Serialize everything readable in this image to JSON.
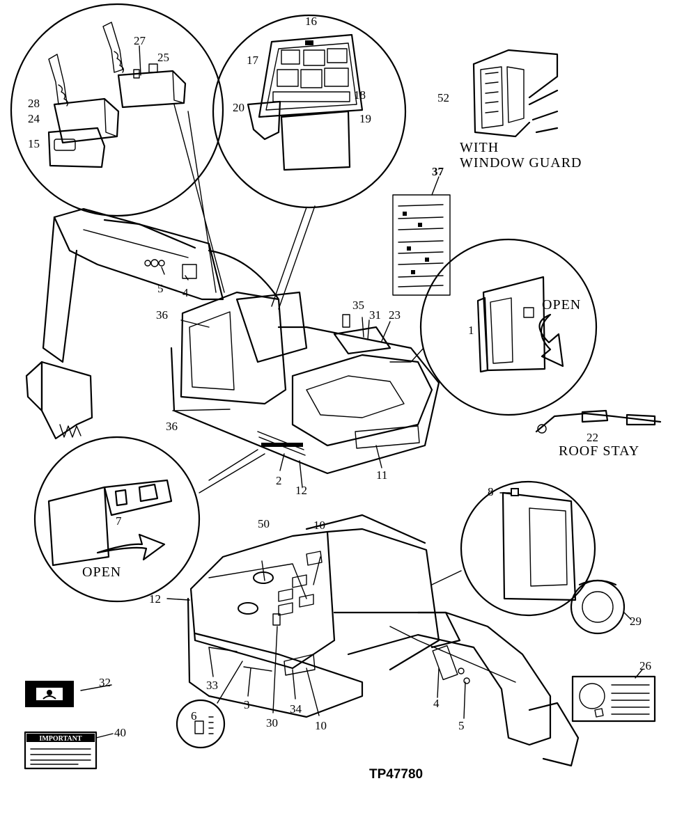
{
  "callouts": {
    "c1": "1",
    "c2": "2",
    "c3": "3",
    "c4a": "4",
    "c4b": "4",
    "c5a": "5",
    "c5b": "5",
    "c6": "6",
    "c7": "7",
    "c8": "8",
    "c10a": "10",
    "c10b": "10",
    "c11": "11",
    "c12a": "12",
    "c12b": "12",
    "c15": "15",
    "c16": "16",
    "c17": "17",
    "c18": "18",
    "c19": "19",
    "c20": "20",
    "c22": "22",
    "c23": "23",
    "c24": "24",
    "c25": "25",
    "c26": "26",
    "c27": "27",
    "c28": "28",
    "c29": "29",
    "c30": "30",
    "c31": "31",
    "c32": "32",
    "c33": "33",
    "c34": "34",
    "c35": "35",
    "c36a": "36",
    "c36b": "36",
    "c37": "37",
    "c40": "40",
    "c50": "50",
    "c52": "52"
  },
  "captions": {
    "window_guard_line1": "WITH",
    "window_guard_line2": "WINDOW GUARD",
    "open_right": "OPEN",
    "open_bottom": "OPEN",
    "roof_stay": "ROOF  STAY"
  },
  "labels": {
    "important_decal": "IMPORTANT"
  },
  "document_id": "TP47780"
}
